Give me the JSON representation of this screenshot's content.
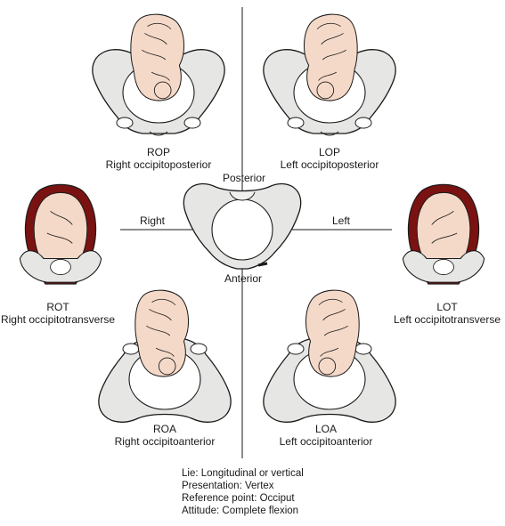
{
  "axes": {
    "posterior": "Posterior",
    "anterior": "Anterior",
    "right": "Right",
    "left": "Left"
  },
  "positions": [
    {
      "abbr": "ROP",
      "name": "Right occipitoposterior"
    },
    {
      "abbr": "LOP",
      "name": "Left occipitoposterior"
    },
    {
      "abbr": "ROT",
      "name": "Right occipitotransverse"
    },
    {
      "abbr": "LOT",
      "name": "Left occipitotransverse"
    },
    {
      "abbr": "ROA",
      "name": "Right occipitoanterior"
    },
    {
      "abbr": "LOA",
      "name": "Left occipitoanterior"
    }
  ],
  "notes": [
    "Lie:  Longitudinal or vertical",
    "Presentation:  Vertex",
    "Reference point:  Occiput",
    "Attitude:  Complete flexion"
  ],
  "colors": {
    "skin": "#f5d9c8",
    "bone": "#e6e6e4",
    "uterus": "#7a1212",
    "outline": "#1a1a1a"
  }
}
